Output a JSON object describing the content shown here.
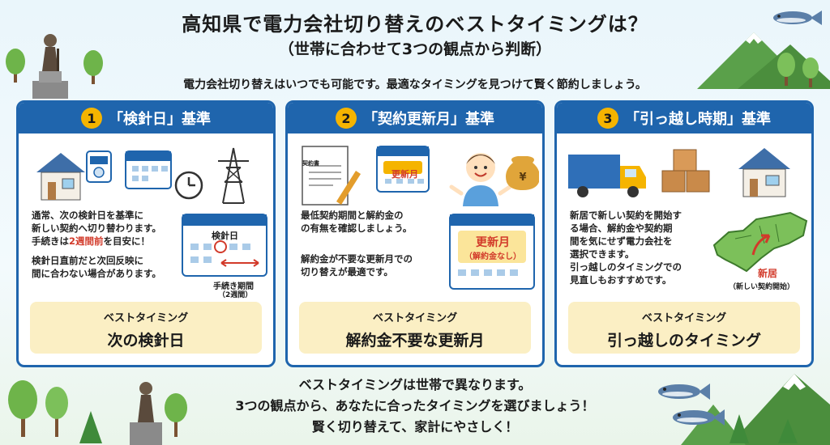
{
  "title": "高知県で電力会社切り替えのベストタイミングは？",
  "subtitle": "（世帯に合わせて3つの観点から判断）",
  "lead": "電力会社切り替えはいつでも可能です。最適なタイミングを見つけて賢く節約しましょう。",
  "colors": {
    "primary": "#1f65ad",
    "accent": "#f5b400",
    "best_bg": "#fbefc4",
    "highlight": "#d23a2a"
  },
  "cards": [
    {
      "number": "1",
      "title": "「検針日」基準",
      "text_lines": [
        "通常、次の検針日を基準に",
        "新しい契約へ切り替わります。",
        "手続きは"
      ],
      "highlight": "2週間前",
      "text_after_highlight": "を目安に！",
      "text2_lines": [
        "検針日直前だと次回反映に",
        "間に合わない場合があります。"
      ],
      "calendar_label": "検針日",
      "period_label": "手続き期間",
      "period_sub": "（2週間）",
      "best_label": "ベストタイミング",
      "best_value": "次の検針日",
      "icons": [
        "house-icon",
        "meter-icon",
        "calendar-icon",
        "clock-icon",
        "pylon-icon"
      ]
    },
    {
      "number": "2",
      "title": "「契約更新月」基準",
      "text_lines": [
        "最低契約期間と解約金の",
        "の有無を確認しましょう。"
      ],
      "text2_lines": [
        "解約金が不要な更新月での",
        "切り替えが最適です。"
      ],
      "document_label": "契約書",
      "calendar_top_label": "更新月",
      "calendar_label": "更新月",
      "calendar_sub": "（解約金なし）",
      "money_symbol": "¥",
      "best_label": "ベストタイミング",
      "best_value": "解約金不要な更新月",
      "icons": [
        "contract-icon",
        "calendar-icon",
        "person-icon",
        "money-bag-icon"
      ]
    },
    {
      "number": "3",
      "title": "「引っ越し時期」基準",
      "text_lines": [
        "新居で新しい契約を開始す",
        "る場合、解約金や契約期",
        "間を気にせず電力会社を",
        "選択できます。",
        "引っ越しのタイミングでの",
        "見直しもおすすめです。"
      ],
      "map_label": "新居",
      "map_sub": "（新しい契約開始）",
      "best_label": "ベストタイミング",
      "best_value": "引っ越しのタイミング",
      "icons": [
        "truck-icon",
        "boxes-icon",
        "house-icon",
        "map-icon"
      ]
    }
  ],
  "footer": [
    "ベストタイミングは世帯で異なります。",
    "3つの観点から、あなたに合ったタイミングを選びましょう！",
    "賢く切り替えて、家計にやさしく！"
  ]
}
